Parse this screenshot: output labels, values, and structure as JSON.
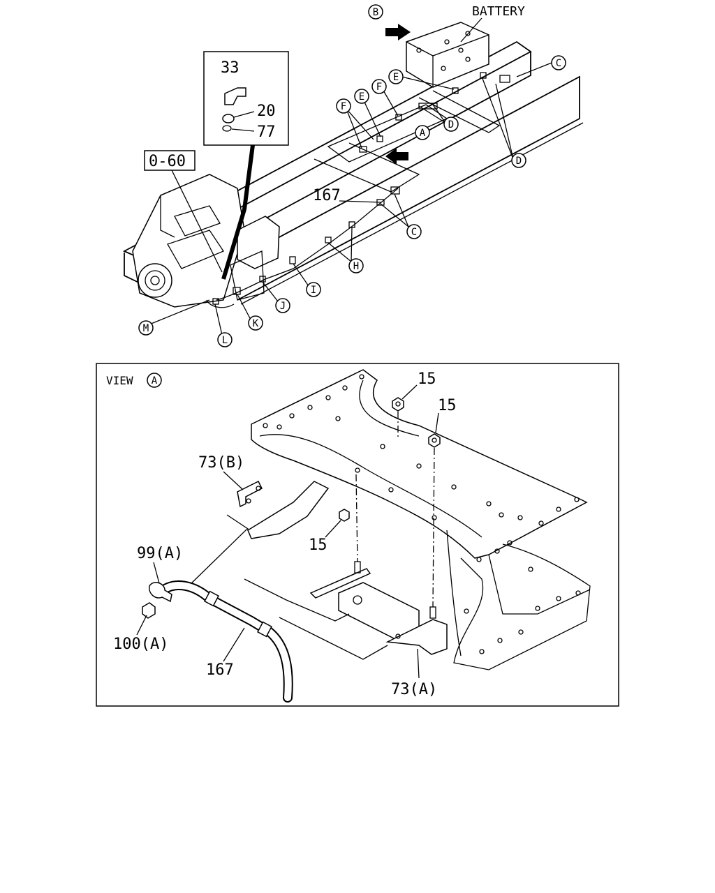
{
  "diagram": {
    "battery_label": "BATTERY",
    "ref_box_label": "0-60",
    "inset_parts": [
      "33",
      "20",
      "77"
    ],
    "part_167": "167",
    "callouts": [
      "A",
      "B",
      "C",
      "D",
      "E",
      "F",
      "H",
      "I",
      "J",
      "K",
      "L",
      "M"
    ],
    "view": {
      "label": "VIEW",
      "ref": "A",
      "parts": {
        "p15": "15",
        "p73b": "73(B)",
        "p99a": "99(A)",
        "p100a": "100(A)",
        "p167": "167",
        "p73a": "73(A)"
      }
    }
  }
}
